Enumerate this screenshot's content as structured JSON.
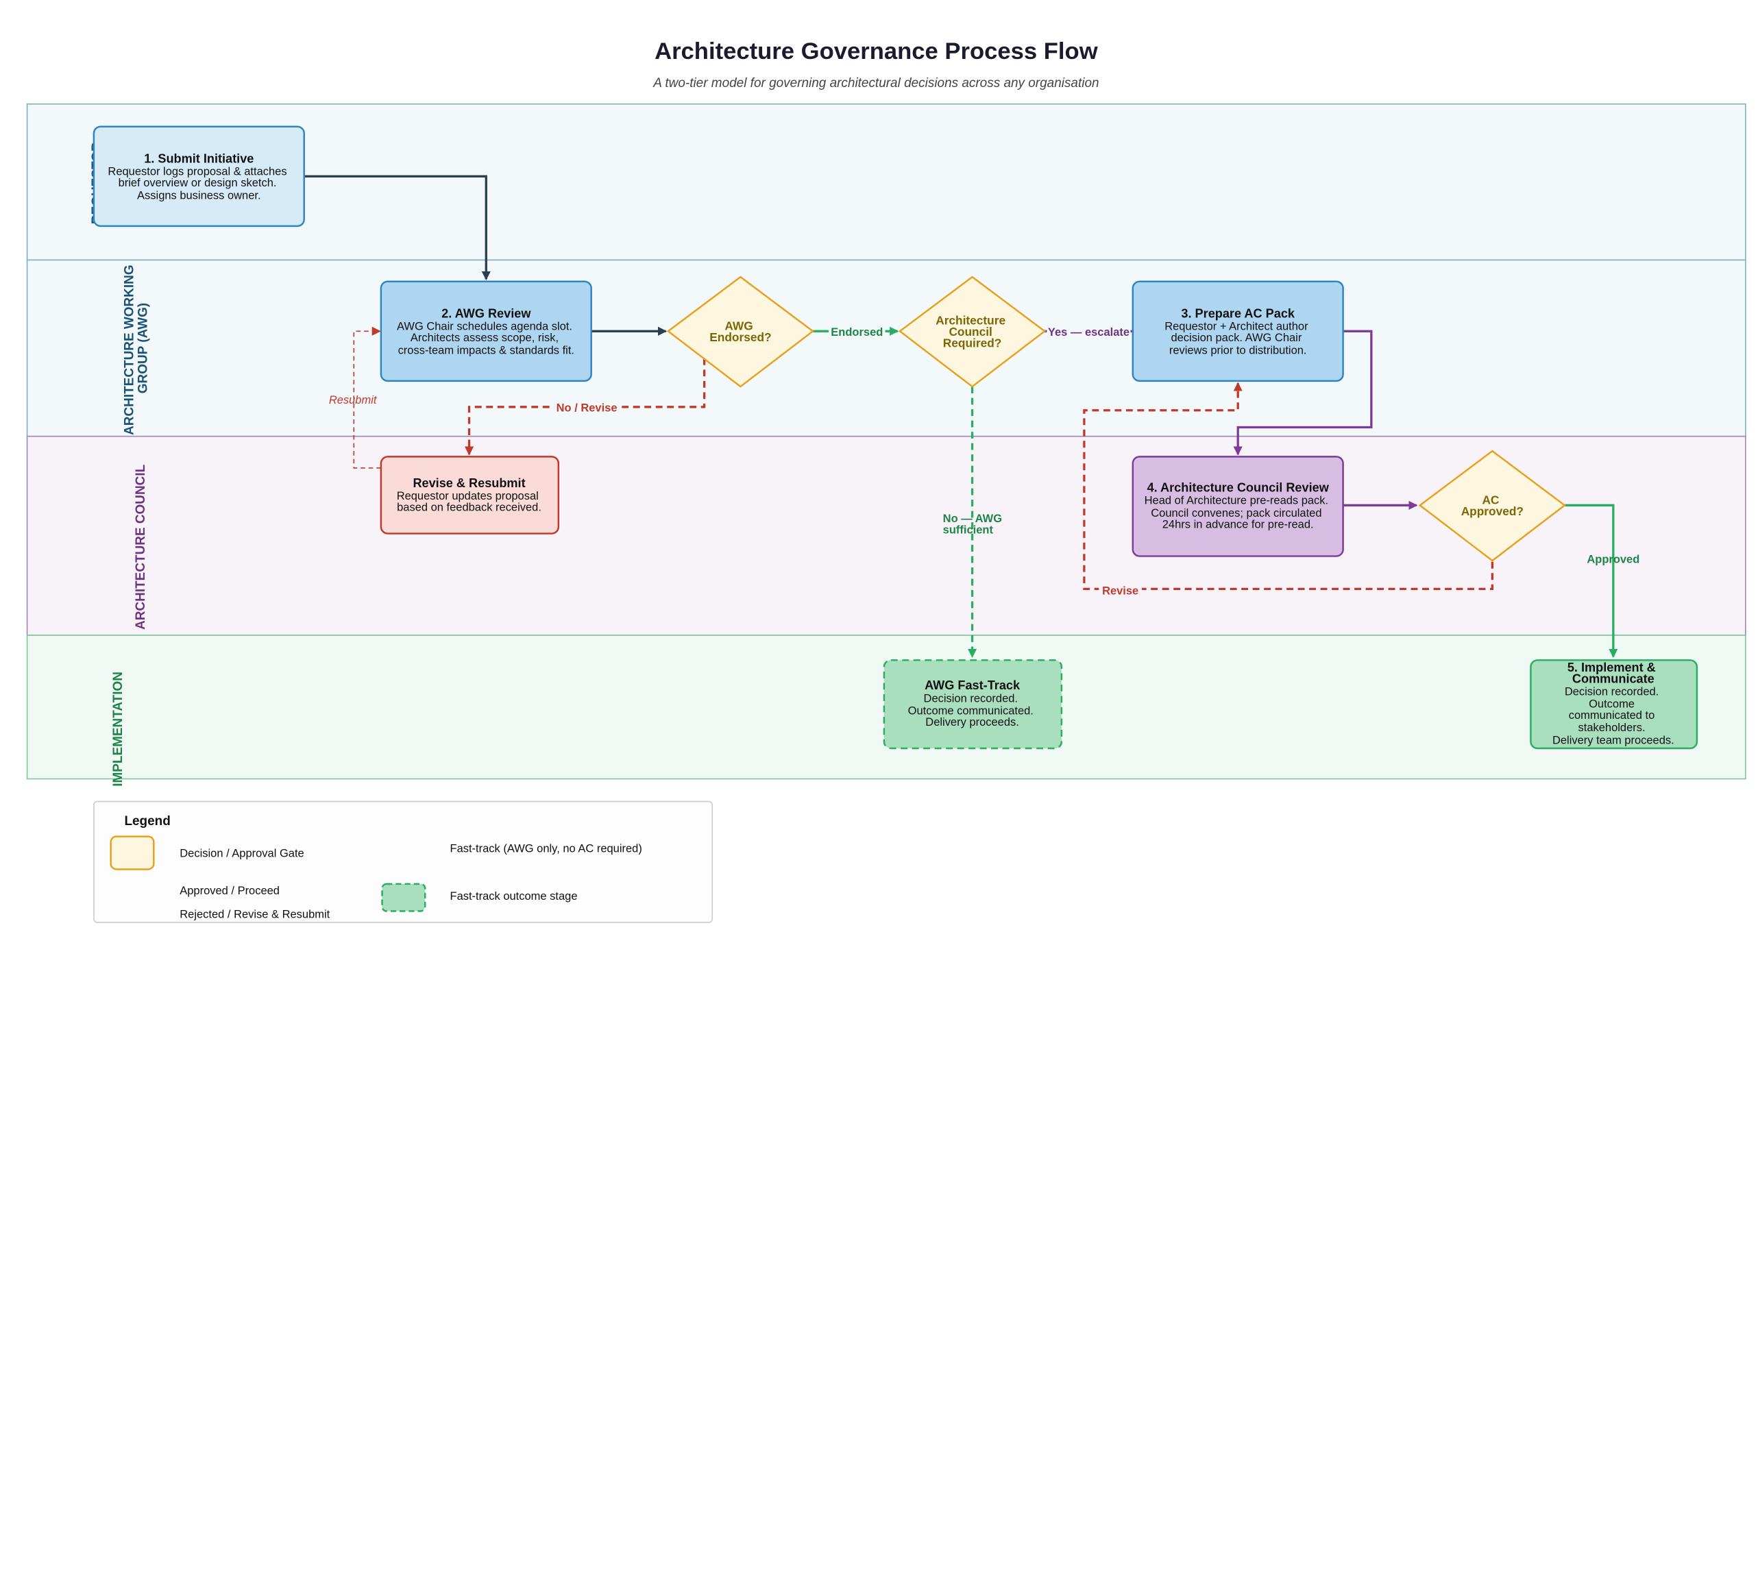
{
  "title": "Architecture Governance Process Flow",
  "subtitle": "A two-tier model for governing architectural decisions across any organisation",
  "colors": {
    "requestor_lane": "#f3f8fb",
    "awg_lane": "#f3f8fb",
    "council_lane": "#f8f3f8",
    "impl_lane": "#f1f9f4",
    "lane_border": "#7fb3c4",
    "decision_fill": "#fef7e0",
    "decision_stroke": "#e8a020",
    "blue_box": "#aed6f1",
    "blue_stroke": "#2e86c1",
    "light_blue_box": "#d6eaf8",
    "purple_box": "#d7bde2",
    "purple_stroke": "#7d3c98",
    "red_box": "#fadbd8",
    "red_stroke": "#c0392b",
    "green_box": "#a9dfbf",
    "green_stroke": "#27ae60",
    "dark_arrow": "#2c3e50"
  },
  "lanes": [
    {
      "label": "REQUESTOR",
      "color": "#1a5276"
    },
    {
      "label_lines": [
        "ARCHITECTURE WORKING",
        "GROUP (AWG)"
      ],
      "color": "#1a5276"
    },
    {
      "label": "ARCHITECTURE COUNCIL",
      "color": "#6c3483"
    },
    {
      "label": "IMPLEMENTATION",
      "color": "#1e8449"
    }
  ],
  "nodes": {
    "submit": {
      "title": "1. Submit Initiative",
      "lines": [
        "Requestor logs proposal & attaches",
        "brief overview or design sketch.",
        "Assigns business owner."
      ]
    },
    "awg_review": {
      "title": "2. AWG Review",
      "lines": [
        "AWG Chair schedules agenda slot.",
        "Architects assess scope, risk,",
        "cross-team impacts & standards fit."
      ]
    },
    "awg_endorsed": {
      "lines": [
        "AWG",
        "Endorsed?"
      ]
    },
    "ac_required": {
      "lines": [
        "Architecture",
        "Council",
        "Required?"
      ]
    },
    "prepare_pack": {
      "title": "3. Prepare AC Pack",
      "lines": [
        "Requestor + Architect author",
        "decision pack. AWG Chair",
        "reviews prior to distribution."
      ]
    },
    "revise": {
      "title": "Revise & Resubmit",
      "lines": [
        "Requestor updates proposal",
        "based on feedback received."
      ]
    },
    "ac_review": {
      "title": "4. Architecture Council Review",
      "lines": [
        "Head of Architecture pre-reads pack.",
        "Council convenes; pack circulated",
        "24hrs in advance for pre-read."
      ]
    },
    "ac_approved": {
      "lines": [
        "AC",
        "Approved?"
      ]
    },
    "fast_track": {
      "title": "AWG Fast-Track",
      "lines": [
        "Decision recorded.",
        "Outcome communicated.",
        "Delivery proceeds."
      ]
    },
    "implement": {
      "title_lines": [
        "5. Implement &",
        "Communicate"
      ],
      "lines": [
        "Decision recorded.",
        "Outcome",
        "communicated to",
        "stakeholders.",
        "Delivery team proceeds."
      ]
    }
  },
  "edges": {
    "endorsed": "Endorsed",
    "no_revise": "No / Revise",
    "resubmit": "Resubmit",
    "yes_escalate": "Yes — escalate",
    "no_awg_sufficient": [
      "No — AWG",
      "sufficient"
    ],
    "revise": "Revise",
    "approved": "Approved"
  },
  "legend": {
    "title": "Legend",
    "items": {
      "decision": "Decision / Approval Gate",
      "approved": "Approved / Proceed",
      "rejected": "Rejected / Revise & Resubmit",
      "fast_track": "Fast-track (AWG only, no AC required)",
      "fast_track_stage": "Fast-track outcome stage"
    }
  }
}
